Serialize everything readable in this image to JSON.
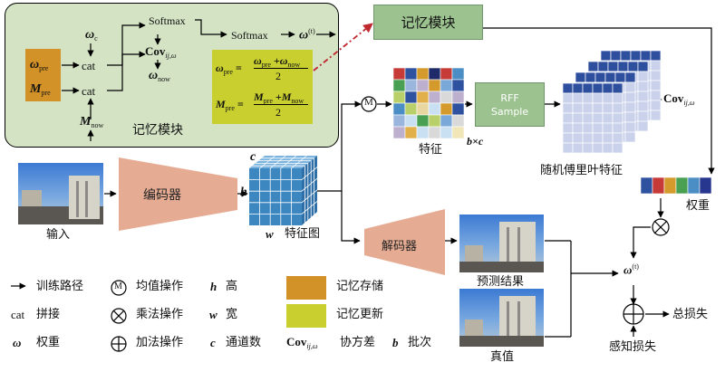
{
  "memory_panel": {
    "title": "记忆模块",
    "omega_c": "c",
    "cat_top": "cat",
    "cat_bottom": "cat",
    "softmax_1": "Softmax",
    "softmax_2": "Softmax",
    "cov_sub": "ij,ω",
    "omega_now_sub": "now",
    "omega_pre_sub": "pre",
    "m_pre_sub": "pre",
    "m_now_sub": "now",
    "omega_t_sup": "(t)",
    "formula_1_num": "ω",
    "formula_den": "2"
  },
  "memory_module_box": "记忆模块",
  "rff": {
    "line1": "RFF",
    "line2": "Sample"
  },
  "labels": {
    "input": "输入",
    "encoder": "编码器",
    "feature_map": "特征图",
    "decoder": "解码器",
    "feature": "特征",
    "bxc": "b×c",
    "random_fourier": "随机傅里叶特征",
    "cov_label": "Cov",
    "cov_sub": "ij,ω",
    "weight": "权重",
    "prediction": "预测结果",
    "ground_truth": "真值",
    "total_loss": "总损失",
    "perceptual_loss": "感知损失",
    "omega_t_sup": "(t)",
    "h": "h",
    "w": "w",
    "c": "c",
    "m_symbol": "M"
  },
  "legend": {
    "training_path": "训练路径",
    "mean_op": "均值操作",
    "height_sym": "h",
    "height": "高",
    "cat_sym": "cat",
    "concat": "拼接",
    "mult_op": "乘法操作",
    "width_sym": "w",
    "width": "宽",
    "omega_sym": "ω",
    "weight": "权重",
    "add_op": "加法操作",
    "channel_sym": "c",
    "channels": "通道数",
    "cov_sym": "Cov",
    "cov_sub": "ij,ω",
    "covariance": "协方差",
    "batch_sym": "b",
    "batch": "批次",
    "memory_store": "记忆存储",
    "memory_update": "记忆更新"
  },
  "colors": {
    "memory_panel": "#d3e3c4",
    "memory_store": "#d39227",
    "memory_update": "#c8cf2f",
    "module_box": "#9cc28f",
    "encoder": "#e6ac93",
    "cube": "#3d87c0",
    "rff_tile": "#2e4f9e"
  }
}
